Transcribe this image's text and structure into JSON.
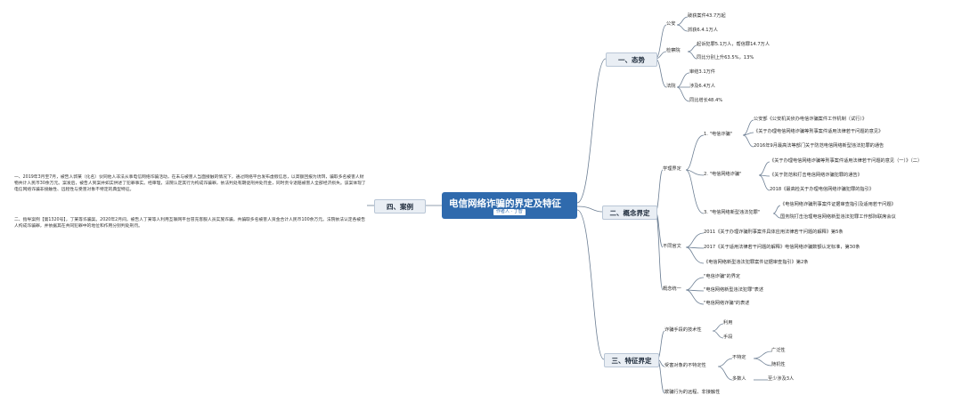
{
  "root": {
    "title": "电信网络诈骗的界定及特征",
    "author": "作者人 · 丁智"
  },
  "branches": {
    "trend": "一、态势",
    "concept": "二、概念界定",
    "feature": "三、特征界定",
    "case": "四、案例"
  },
  "trend": {
    "gongan": "公安",
    "gongan_1": "破获案件43.7万起",
    "gongan_2": "抓获6.4.1万人",
    "jiancha": "检察院",
    "jiancha_1": "起诉犯罪5.1万人，帮信罪14.7万人",
    "jiancha_2": "同比分别上升63.5%，13%",
    "fayuan": "法院",
    "fayuan_1": "审结3.1万件",
    "fayuan_2": "涉及6.4万人",
    "fayuan_3": "同比增长48.4%"
  },
  "concept": {
    "xueli": "学理界定",
    "c1": "1. \"电信诈骗\"",
    "c1_a": "公安部《公安机关侦办电信诈骗案件工作机制（试行）》",
    "c1_b": "《关于办理电信网络诈骗等刑事案件适用法律若干问题的意见》",
    "c1_c": "2016年9月最高法等部门关于防范电信网络新型违法犯罪的通告",
    "c2": "2. \"电信网络诈骗\"",
    "c2_a": "《关于办理电信网络诈骗等刑事案件适用法律若干问题的意见（一）》（二）",
    "c2_b": "《关于防范和打击电信网络诈骗犯罪的通告》",
    "c2_c": "2018《最高检关于办理电信网络诈骗犯罪的指引》",
    "c3": "3. \"电信网络新型违法犯罪\"",
    "c3_a": "《电信网络诈骗刑事案件证据审查指引及适用若干问题》",
    "c3_b": "国务院打击治理电信网络新型违法犯罪工作部际联席会议",
    "butong": "不同官文",
    "b1": "2011《关于办理诈骗刑事案件具体应用法律若干问题的解释》第5条",
    "b2": "2017《关于适用法律若干问题的解释》电信网络诈骗数额认定标准，第30条",
    "b3": "《电信网络新型违法犯罪案件证据审查指引》第2条",
    "chulu": "概念统一",
    "u1": "\"电信诈骗\"的界定",
    "u2": "\"电信网络新型违法犯罪\"表述",
    "u3": "\"电信网络诈骗\"的表述"
  },
  "feature": {
    "f1": "诈骗手段的技术性",
    "f1_a": "利用",
    "f1_b": "手段",
    "f2": "受害对象的不特定性",
    "f2_a": "不特定",
    "f2_a1": "广泛性",
    "f2_a2": "随机性",
    "f2_b": "多数人",
    "f2_b1": "至少涉及3人",
    "f3": "欺骗行为的远程、非接触性"
  },
  "cases": {
    "p1": "一、2019年3月至7月，被告人郭某（化名）伙同他人非法从事电信网络诈骗活动，在未与被害人当面接触的情况下，通过网络平台发布虚假信息，以高额回报为诱饵，骗取多名被害人财物共计人民币30余万元。案发后，被告人到案并如实供述了犯罪事实。经审理，法院认定其行为构成诈骗罪，依法判处有期徒刑并处罚金，同时责令退赔被害人全部经济损失。该案体现了电信网络诈骗非接触性、远程性与受害对象不特定的典型特征。",
    "p2": "二、指导案例【第1320号】，丁某等诈骗案。2020年2月间，被告人丁某等人利用互联网平台冒充客服人员实施诈骗，共骗取多名被害人资金合计人民币100余万元。法院依法认定各被告人构成诈骗罪，并依据其在共同犯罪中的地位和作用分别判处刑罚。"
  }
}
